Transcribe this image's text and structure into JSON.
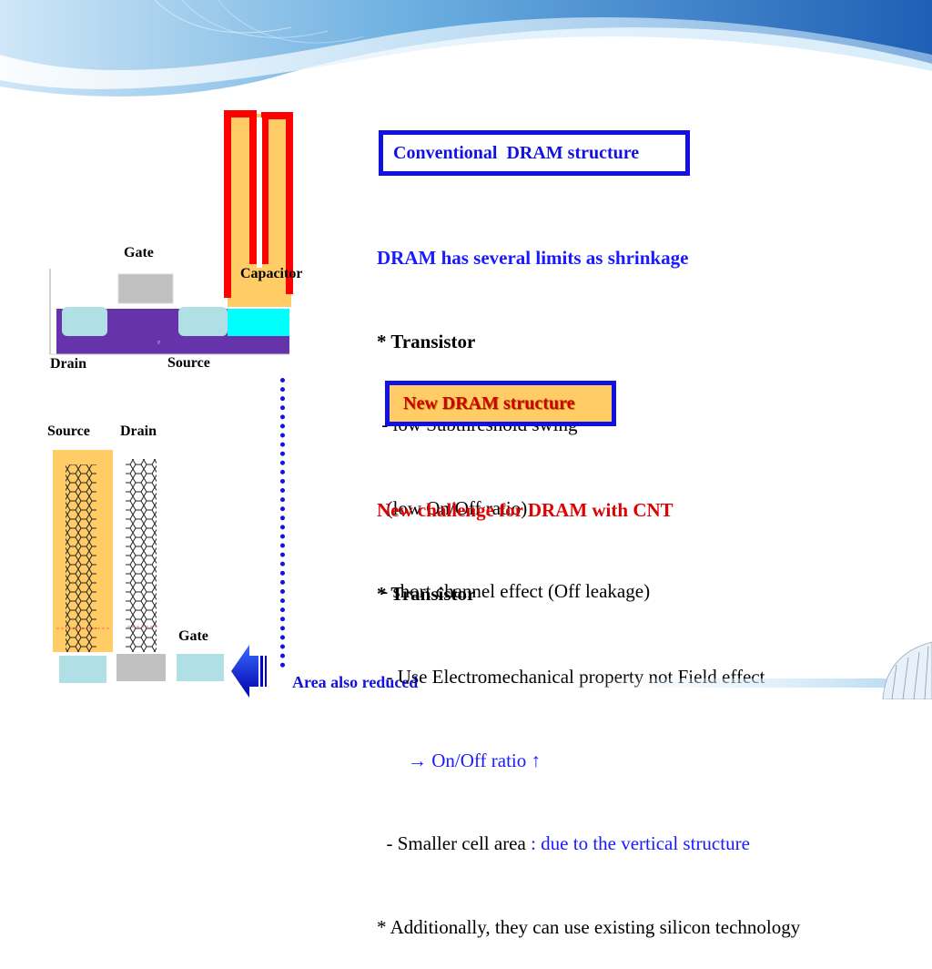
{
  "conventional": {
    "box_title": "Conventional  DRAM structure",
    "labels": {
      "gate": "Gate",
      "capacitor": "Capacitor",
      "drain": "Drain",
      "source": "Source",
      "p": "P"
    },
    "heading": "DRAM has several limits as shrinkage",
    "sub": "* Transistor",
    "line1": " - low Subthreshold swing",
    "line2": "  (low On/Off ratio)",
    "line3": " - short channel effect (Off leakage)"
  },
  "new": {
    "box_title": "New DRAM structure",
    "labels": {
      "source": "Source",
      "drain": "Drain",
      "gate": "Gate"
    },
    "heading": "New challenge for DRAM with CNT",
    "sub": "* Transistor",
    "line1": "  - Use Electromechanical property not Field effect",
    "arrow": "→",
    "line2": " On/Off ratio ↑",
    "line3a": "  - Smaller cell area",
    "line3b": " : due to the vertical structure",
    "line4": "* Additionally, they can use existing silicon technology",
    "area_note": "Area also reduced"
  },
  "colors": {
    "accent_blue": "#1212e0",
    "capacitor_red": "#ff0000",
    "capacitor_fill": "#ffcc66",
    "substrate_purple": "#6633aa",
    "cyan": "#00ffff",
    "light_cyan": "#b0e0e6",
    "gate_gray": "#c0c0c0",
    "new_title_red": "#cc0000"
  }
}
